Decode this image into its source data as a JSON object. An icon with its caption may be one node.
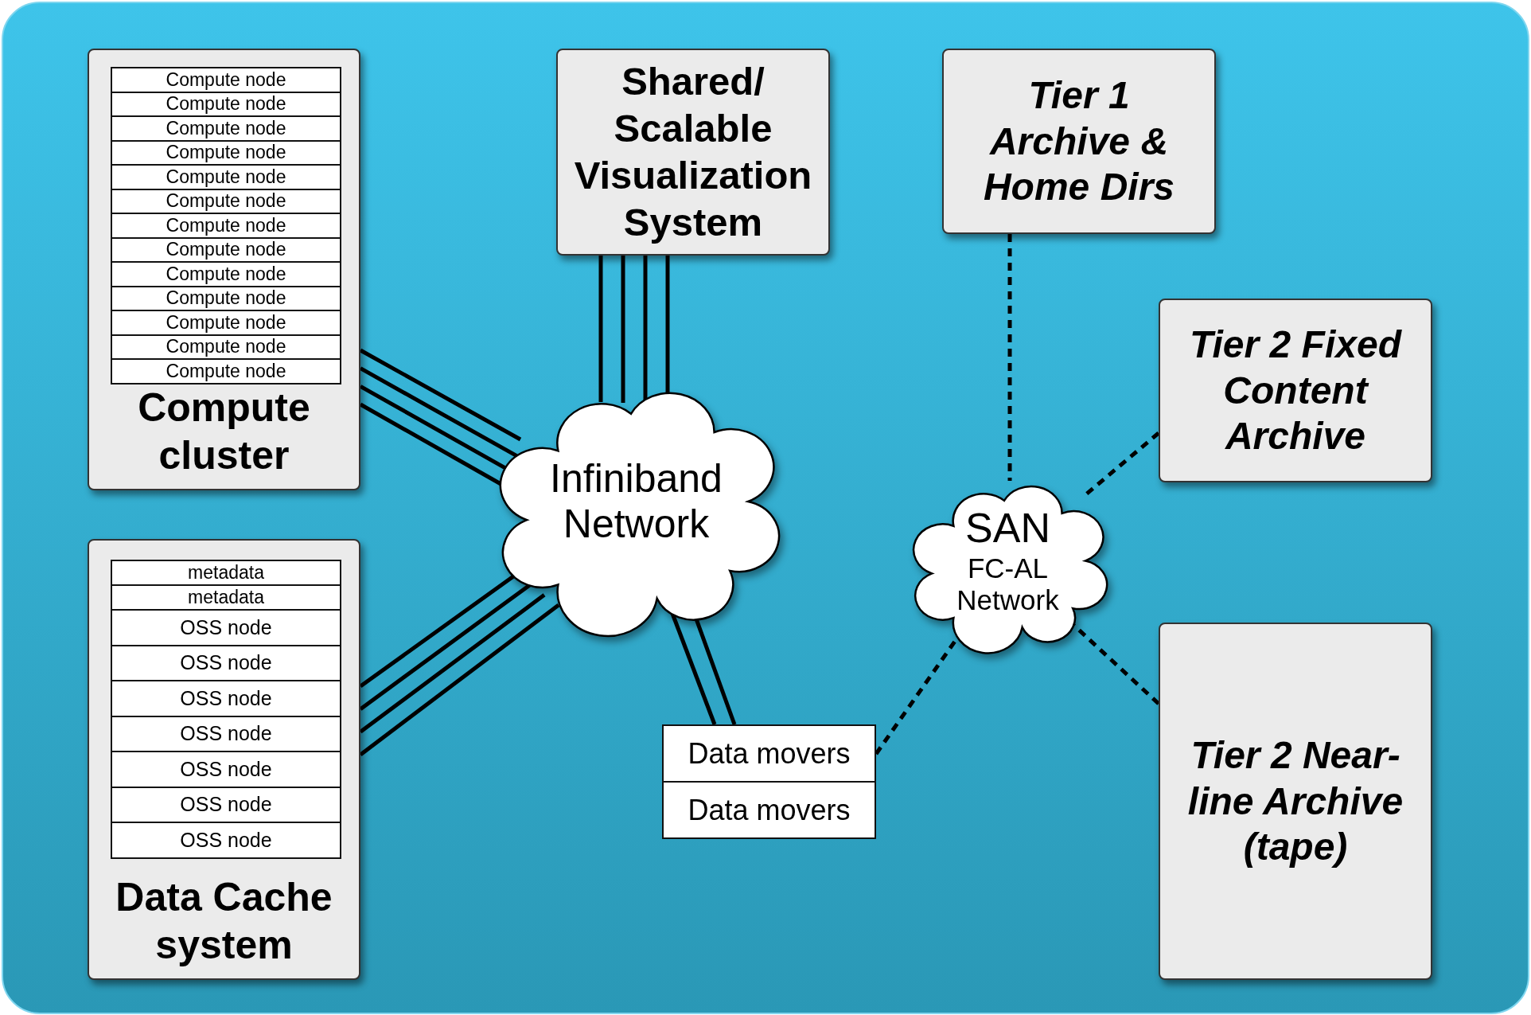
{
  "diagram": {
    "nodes": [
      {
        "text": [
          "Compute cluster"
        ]
      },
      {
        "text": [
          "Compute node"
        ],
        "in": 0
      },
      {
        "text": [
          "Compute node"
        ],
        "in": 0
      },
      {
        "text": [
          "Compute node"
        ],
        "in": 0
      },
      {
        "text": [
          "Compute node"
        ],
        "in": 0
      },
      {
        "text": [
          "Compute node"
        ],
        "in": 0
      },
      {
        "text": [
          "Compute node"
        ],
        "in": 0
      },
      {
        "text": [
          "Compute node"
        ],
        "in": 0
      },
      {
        "text": [
          "Compute node"
        ],
        "in": 0
      },
      {
        "text": [
          "Compute node"
        ],
        "in": 0
      },
      {
        "text": [
          "Compute node"
        ],
        "in": 0
      },
      {
        "text": [
          "Compute node"
        ],
        "in": 0
      },
      {
        "text": [
          "Compute node"
        ],
        "in": 0
      },
      {
        "text": [
          "Compute node"
        ],
        "in": 0
      },
      {
        "text": [
          "Shared/ Scalable Visualization System"
        ]
      },
      {
        "text": [
          "Tier 1 Archive & Home Dirs"
        ]
      },
      {
        "text": [
          "Tier 2 Fixed Content Archive"
        ]
      },
      {
        "text": [
          "Infiniband Network"
        ]
      },
      {
        "text": [
          "SAN",
          "FC-AL Network"
        ]
      },
      {
        "text": [
          "Data Cache system"
        ]
      },
      {
        "text": [
          "metadata"
        ],
        "in": 19
      },
      {
        "text": [
          "metadata"
        ],
        "in": 19
      },
      {
        "text": [
          "OSS node"
        ],
        "in": 19
      },
      {
        "text": [
          "OSS node"
        ],
        "in": 19
      },
      {
        "text": [
          "OSS node"
        ],
        "in": 19
      },
      {
        "text": [
          "OSS node"
        ],
        "in": 19
      },
      {
        "text": [
          "OSS node"
        ],
        "in": 19
      },
      {
        "text": [
          "OSS node"
        ],
        "in": 19
      },
      {
        "text": [
          "OSS node"
        ],
        "in": 19
      },
      {
        "text": [
          "Data movers"
        ]
      },
      {
        "text": [
          "Data movers"
        ]
      },
      {
        "text": [
          "Tier 2 Near-line Archive (tape)"
        ]
      }
    ],
    "edges": [
      {
        "from": 0,
        "to": 17,
        "arrow": "none"
      },
      {
        "from": 0,
        "to": 17,
        "arrow": "none"
      },
      {
        "from": 0,
        "to": 17,
        "arrow": "none"
      },
      {
        "from": 0,
        "to": 17,
        "arrow": "none"
      },
      {
        "from": 14,
        "to": 17,
        "arrow": "none"
      },
      {
        "from": 14,
        "to": 17,
        "arrow": "none"
      },
      {
        "from": 14,
        "to": 17,
        "arrow": "none"
      },
      {
        "from": 14,
        "to": 17,
        "arrow": "none"
      },
      {
        "from": 19,
        "to": 17,
        "arrow": "none"
      },
      {
        "from": 19,
        "to": 17,
        "arrow": "none"
      },
      {
        "from": 19,
        "to": 17,
        "arrow": "none"
      },
      {
        "from": 19,
        "to": 17,
        "arrow": "none"
      },
      {
        "from": 17,
        "to": 29,
        "arrow": "none"
      },
      {
        "from": 17,
        "to": 29,
        "arrow": "none"
      },
      {
        "from": 15,
        "to": 18,
        "arrow": "none",
        "style": "dashed"
      },
      {
        "from": 16,
        "to": 18,
        "arrow": "none",
        "style": "dashed"
      },
      {
        "from": 31,
        "to": 18,
        "arrow": "none",
        "style": "dashed"
      },
      {
        "from": 29,
        "to": 18,
        "arrow": "none",
        "style": "dashed"
      }
    ]
  }
}
